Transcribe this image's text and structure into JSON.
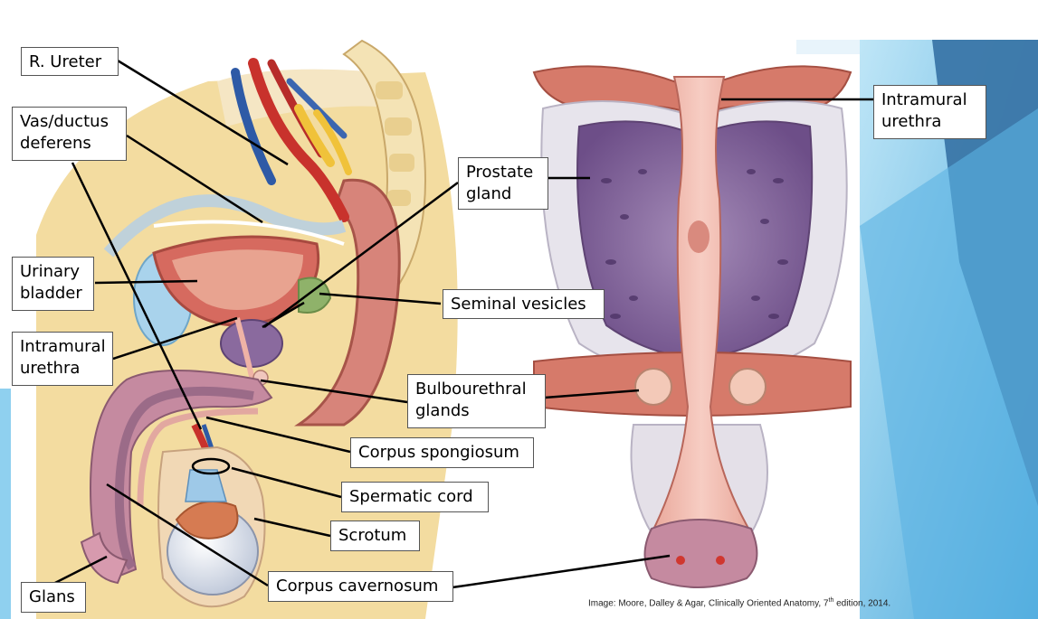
{
  "labels": {
    "r_ureter": "R. Ureter",
    "vas_deferens": "Vas/ductus\ndeferens",
    "urinary_bladder": "Urinary\nbladder",
    "intramural_urethra_left": "Intramural\nurethra",
    "prostate_gland": "Prostate\ngland",
    "seminal_vesicles": "Seminal vesicles",
    "bulbourethral_glands": "Bulbourethral\nglands",
    "corpus_spongiosum": "Corpus spongiosum",
    "spermatic_cord": "Spermatic cord",
    "scrotum": "Scrotum",
    "corpus_cavernosum": "Corpus cavernosum",
    "glans": "Glans",
    "intramural_urethra_right": "Intramural\nurethra"
  },
  "credit": {
    "before": "Image: Moore, Dalley & Agar, Clinically Oriented Anatomy, 7",
    "sup": "th",
    "after": " edition, 2014."
  },
  "colors": {
    "accent_blue_light": "#8fd0ef",
    "accent_blue_dark": "#3a76a8",
    "tissue_pink": "#d98a7e",
    "prostate_purple": "#8a6a9e",
    "fat_yellow": "#f3dca0"
  }
}
